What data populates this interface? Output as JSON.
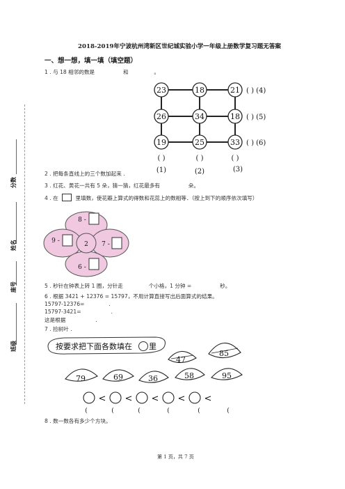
{
  "title": "2018-2019年宁波杭州湾新区世纪城实验小学一年级上册数学复习题无答案",
  "section1": "一、想一想，填一填（填空题）",
  "sidebar": {
    "score": "分数",
    "name": "姓名",
    "seat": "座号",
    "class": "班级"
  },
  "q1": {
    "text": "1 . 与 18 相邻的数是",
    "and": "和",
    "end": "。"
  },
  "grid": {
    "nodes": [
      "23",
      "18",
      "21",
      "26",
      "34",
      "18",
      "19",
      "25",
      "33"
    ],
    "row_blanks": [
      "(    ) (4)",
      "(    ) (5)",
      "(    ) (6)"
    ],
    "col_blanks": [
      "(    )",
      "(    )",
      "(    )"
    ],
    "col_labels": [
      "(1)",
      "(2)",
      "(3)"
    ]
  },
  "q2": "2 . 把每条直线上的三个数加起来 .",
  "q3": {
    "text": "3 . 红花、黄花一共有 5 朵，猜一猜，红花最多有",
    "unit": "朵。"
  },
  "q4": {
    "pre": "4 . 在",
    "post": "里填数，使花瓣上算式的得数和花蕊上的数相等．（按上到下的顺序依次填写）"
  },
  "flower": {
    "center": "2",
    "top": "8 -",
    "left": "9 -",
    "right": "7 -",
    "bottom": "6 -"
  },
  "q5": {
    "text": "5 . 秒针在钟表上转 1 圈，分针走",
    "mid": "个小格，1 分钟 =",
    "unit": "秒。"
  },
  "q6": {
    "text": "6 . 根据 3421 + 12376 = 15797，不用计算直接写出后面算式的结果。",
    "line1": "15797-12376=",
    "line1_end": ".",
    "line2": "15797-3421=",
    "line2_end": ".",
    "line3": "这是根据",
    "line3_end": "."
  },
  "q7": "7 . 捡树叶 .",
  "leaves": {
    "instruction": "按要求把下面各数填在",
    "instruction_end": "里",
    "numbers": [
      "47",
      "85",
      "79",
      "69",
      "36",
      "58",
      "95"
    ]
  },
  "compare": {
    "symbol": "<",
    "paren": "("
  },
  "q8": "8 . 数一数各有多少个方块。",
  "footer": "第 1 页，共 7 页"
}
